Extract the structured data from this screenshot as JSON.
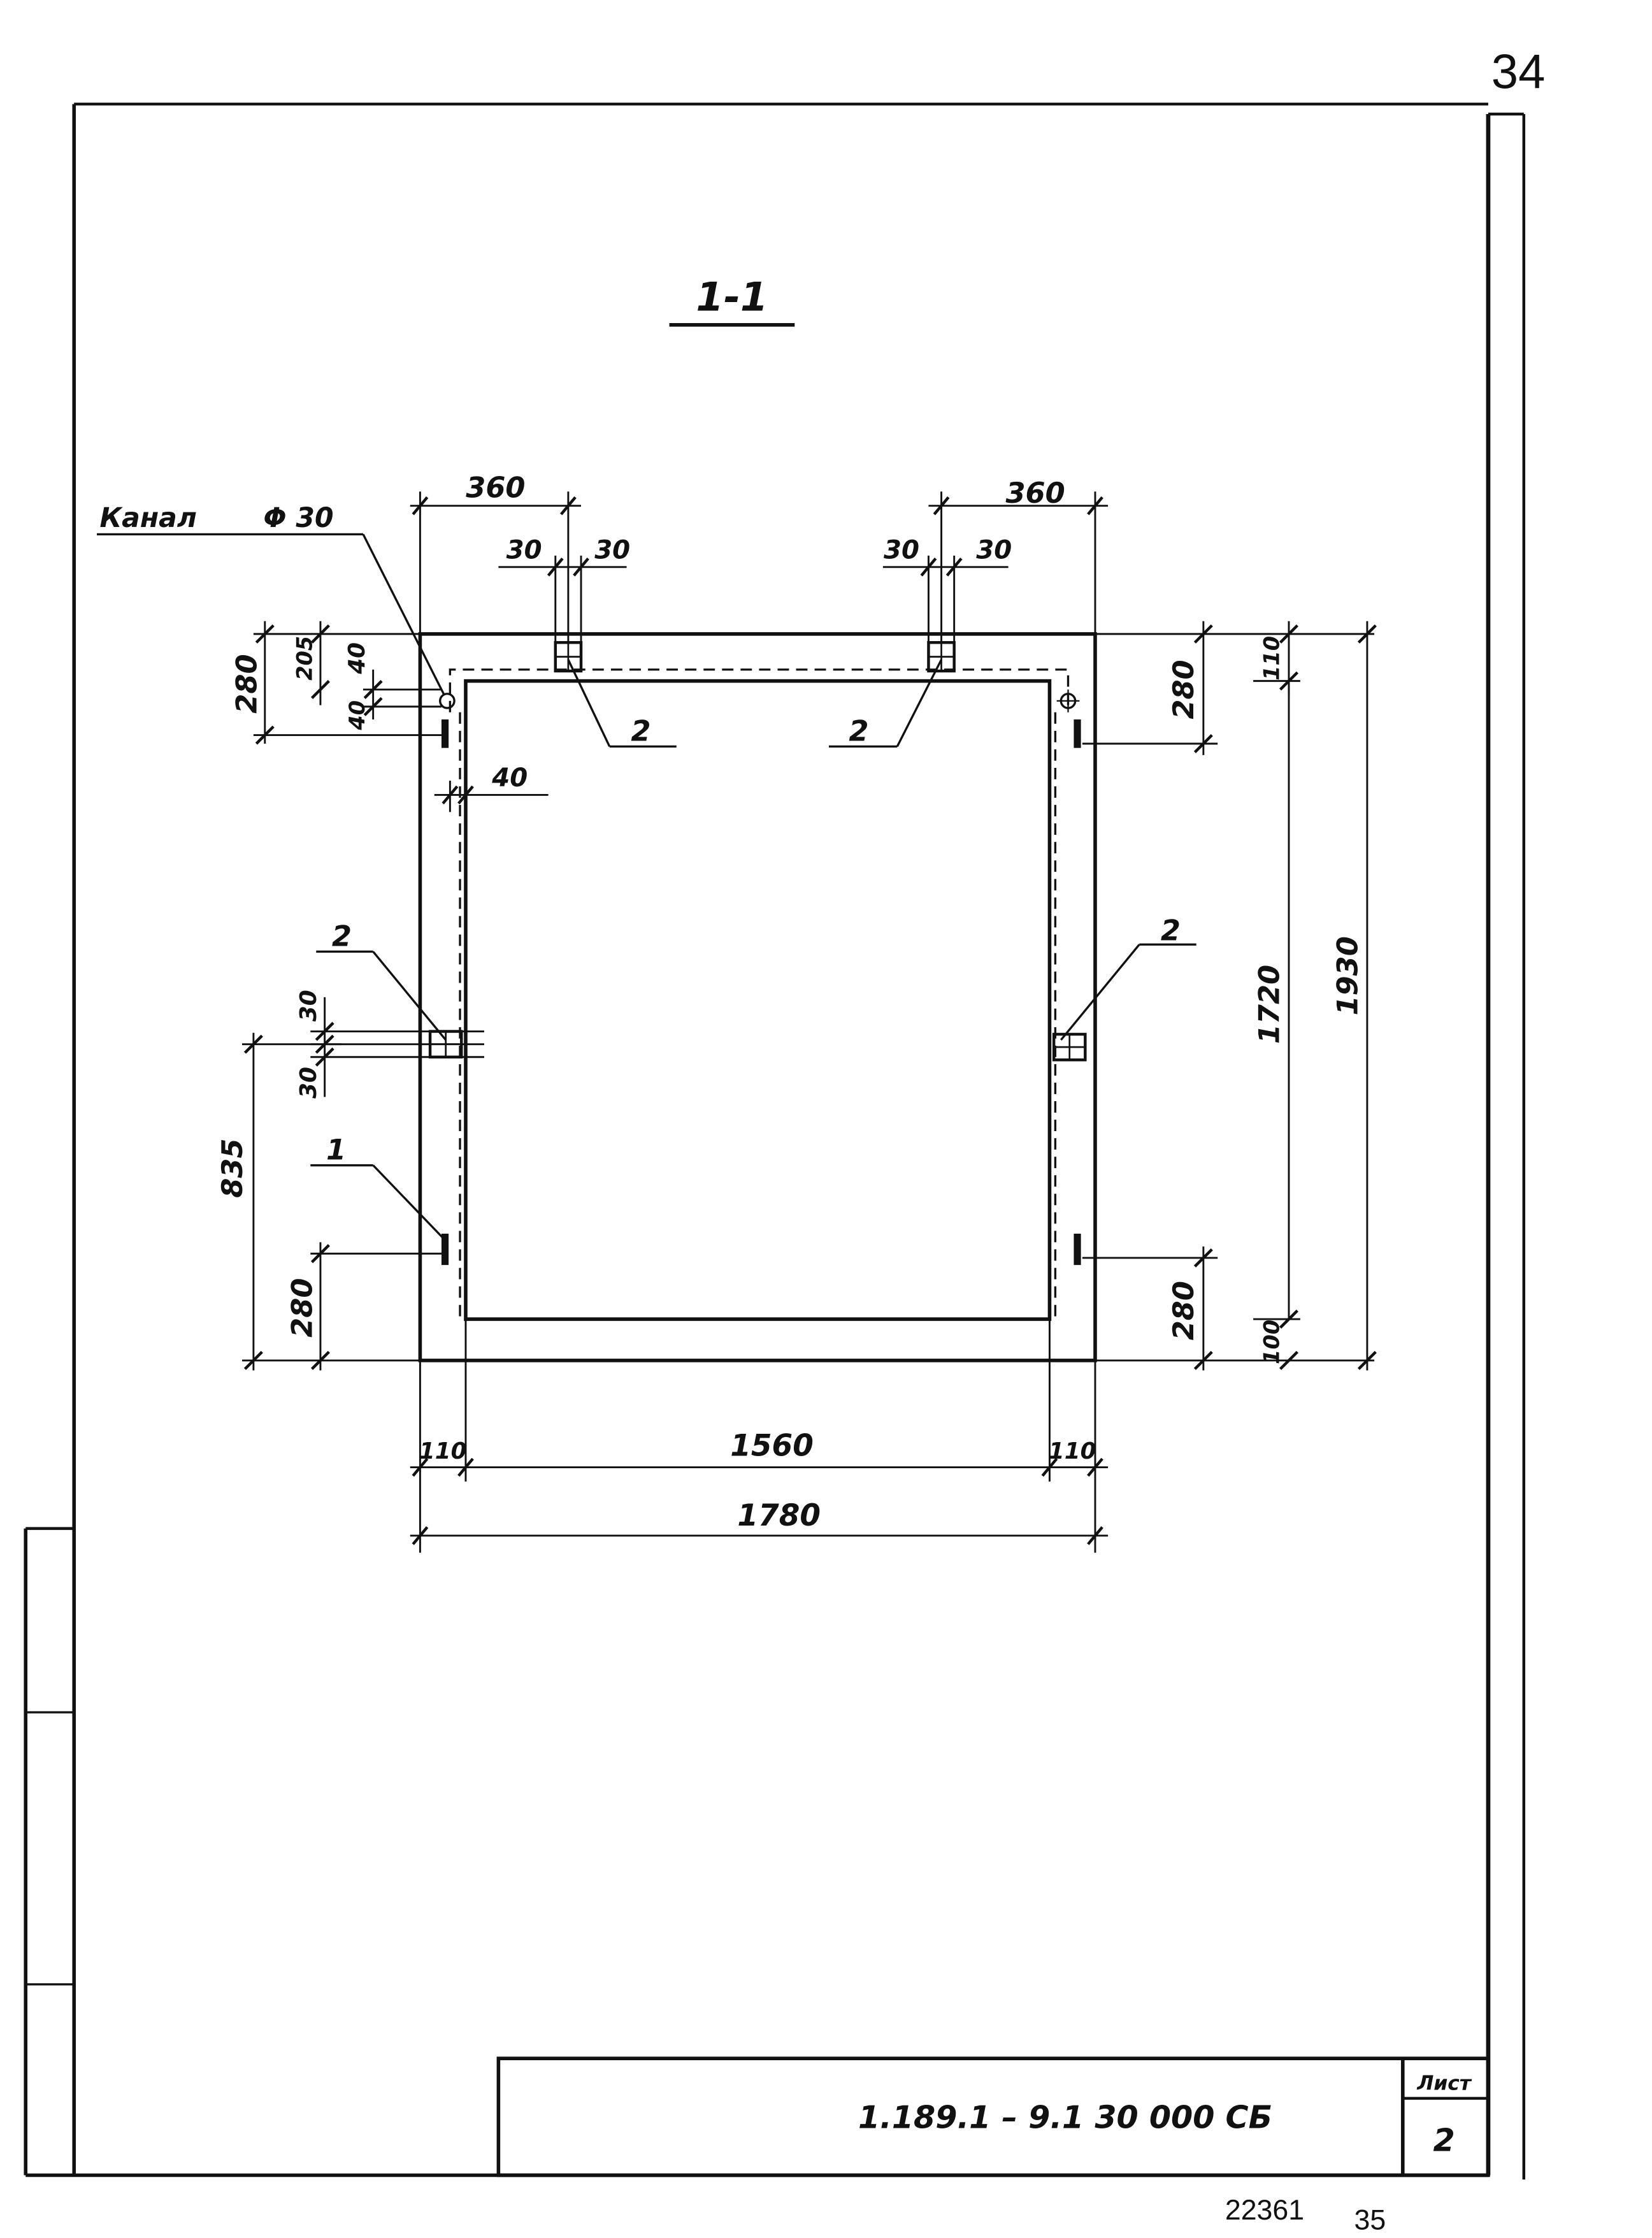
{
  "page_number_top": "34",
  "section_label": "1-1",
  "channel_label": "Канал",
  "channel_diameter": "Φ 30",
  "dimensions": {
    "top_left_width": "360",
    "top_right_width": "360",
    "top_left_slot_a": "30",
    "top_left_slot_b": "30",
    "top_right_slot_a": "30",
    "top_right_slot_b": "30",
    "left_top_280": "280",
    "left_top_205": "205",
    "left_top_40a": "40",
    "left_top_40b": "40",
    "left_inner_40": "40",
    "left_mid_30a": "30",
    "left_mid_30b": "30",
    "left_835": "835",
    "left_bottom_280": "280",
    "right_top_280": "280",
    "right_top_110": "110",
    "right_1720": "1720",
    "right_1930": "1930",
    "right_bottom_280": "280",
    "right_bottom_100": "100",
    "bottom_left_110": "110",
    "bottom_1560": "1560",
    "bottom_right_110": "110",
    "bottom_1780": "1780"
  },
  "callouts": {
    "top_left_item": "2",
    "top_right_item": "2",
    "left_mid_item": "2",
    "right_mid_item": "2",
    "left_low_item": "1"
  },
  "title_block": {
    "document_code": "1.189.1 – 9.1  30 000 СБ",
    "sheet_label": "Лист",
    "sheet_number": "2"
  },
  "footer": {
    "archive_number": "22361",
    "page_number_bottom": "35"
  }
}
